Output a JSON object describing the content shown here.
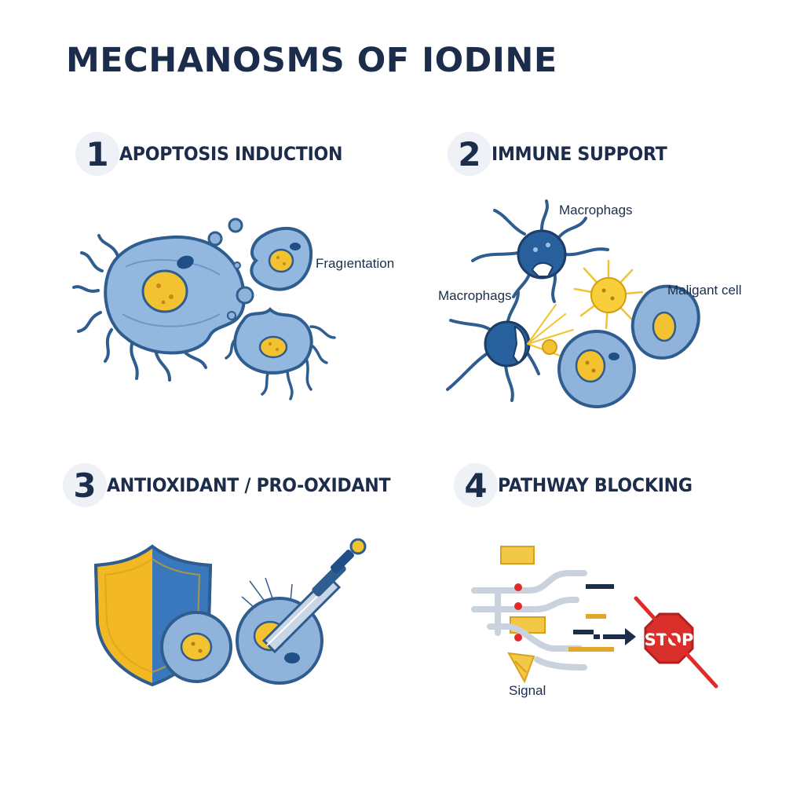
{
  "title": "MECHANOSMS OF IODINE",
  "sections": [
    {
      "number": "1",
      "title": "APOPTOSIS INDUCTION",
      "labels": {
        "fragmentation": "Fragıentation"
      }
    },
    {
      "number": "2",
      "title": "IMMUNE SUPPORT",
      "labels": {
        "macrophage_top": "Macrophags",
        "macrophage_left": "Macrophags",
        "malignant": "Maligant cell"
      }
    },
    {
      "number": "3",
      "title": "ANTIOXIDANT / PRO-OXIDANT"
    },
    {
      "number": "4",
      "title": "PATHWAY BLOCKING",
      "labels": {
        "signal": "Signal",
        "stop": "STOP"
      }
    }
  ],
  "colors": {
    "navy": "#1b2d4a",
    "cell_blue": "#8fb3da",
    "cell_outline": "#2f5d8f",
    "nucleus_yellow": "#f2c230",
    "accent_red": "#e02b2b",
    "stop_red": "#d9302c"
  }
}
